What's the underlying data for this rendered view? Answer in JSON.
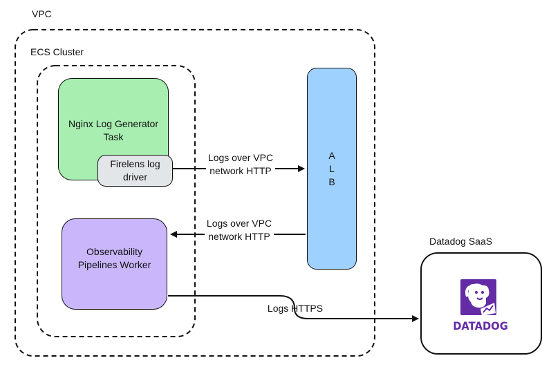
{
  "vpc": {
    "label": "VPC"
  },
  "ecs_cluster": {
    "label": "ECS Cluster"
  },
  "nginx_task": {
    "label": "Nginx Log Generator Task",
    "color": "#a8eeb1"
  },
  "firelens": {
    "label": "Firelens log driver",
    "color": "#e3e6e8"
  },
  "opw": {
    "label": "Observability Pipelines Worker",
    "color": "#c9b6fb"
  },
  "alb": {
    "letters": [
      "A",
      "L",
      "B"
    ],
    "color": "#9fd1ff"
  },
  "edges": {
    "to_alb": "Logs over VPC network HTTP",
    "from_alb": "Logs over VPC network HTTP",
    "to_datadog": "Logs HTTPS"
  },
  "datadog_saas": {
    "label": "Datadog SaaS",
    "logo_text": "DATADOG",
    "logo_icon": "datadog-dog-icon",
    "brand_color": "#632ca6"
  }
}
